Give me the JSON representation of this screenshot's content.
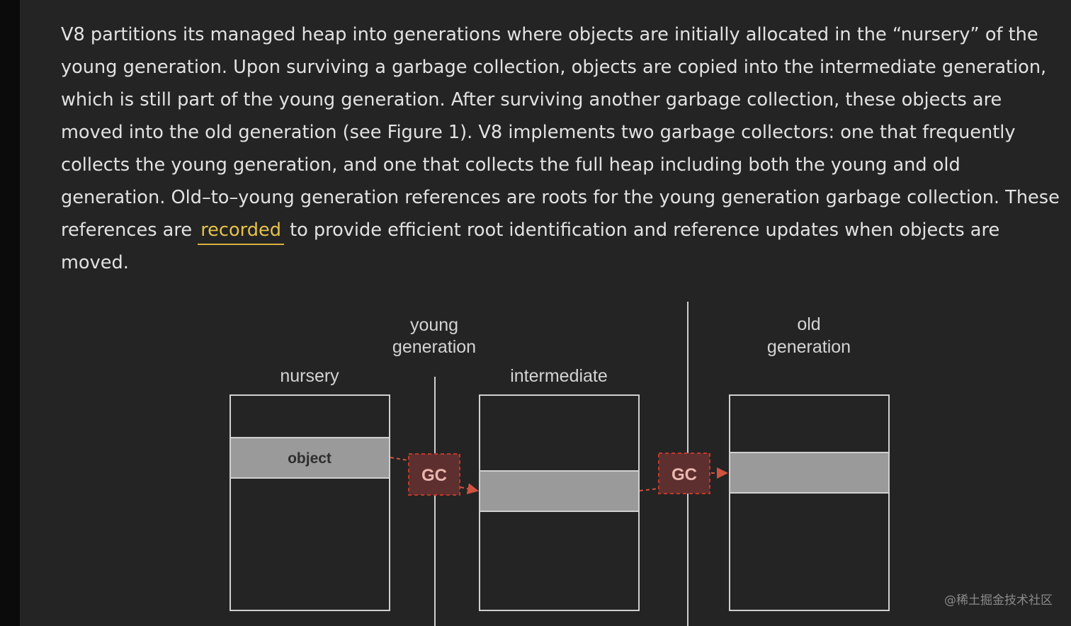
{
  "article": {
    "paragraph_before_link": "V8 partitions its managed heap into generations where objects are initially allocated in the “nursery” of the young generation. Upon surviving a garbage collection, objects are copied into the intermediate generation, which is still part of the young generation. After surviving another garbage collection, these objects are moved into the old generation (see Figure 1). V8 implements two garbage collectors: one that frequently collects the young generation, and one that collects the full heap including both the young and old generation. Old–to–young generation references are roots for the young generation garbage collection. These references are ",
    "link_text": "recorded",
    "paragraph_after_link": " to provide efficient root identification and reference updates when objects are moved."
  },
  "figure": {
    "young_generation_label": [
      "young",
      "generation"
    ],
    "old_generation_label": [
      "old",
      "generation"
    ],
    "nursery_label": "nursery",
    "intermediate_label": "intermediate",
    "object_label": "object",
    "gc_label_1": "GC",
    "gc_label_2": "GC"
  },
  "watermark": "@稀土掘金技术社区",
  "colors": {
    "background": "#242424",
    "text": "#e2e2e2",
    "link": "#e6c24a",
    "box_stroke": "#d0d0d0",
    "object_fill": "#9a9a9a",
    "gc_fill": "#5e2f2f",
    "gc_border": "#c0392b",
    "arrow": "#d0533f"
  }
}
